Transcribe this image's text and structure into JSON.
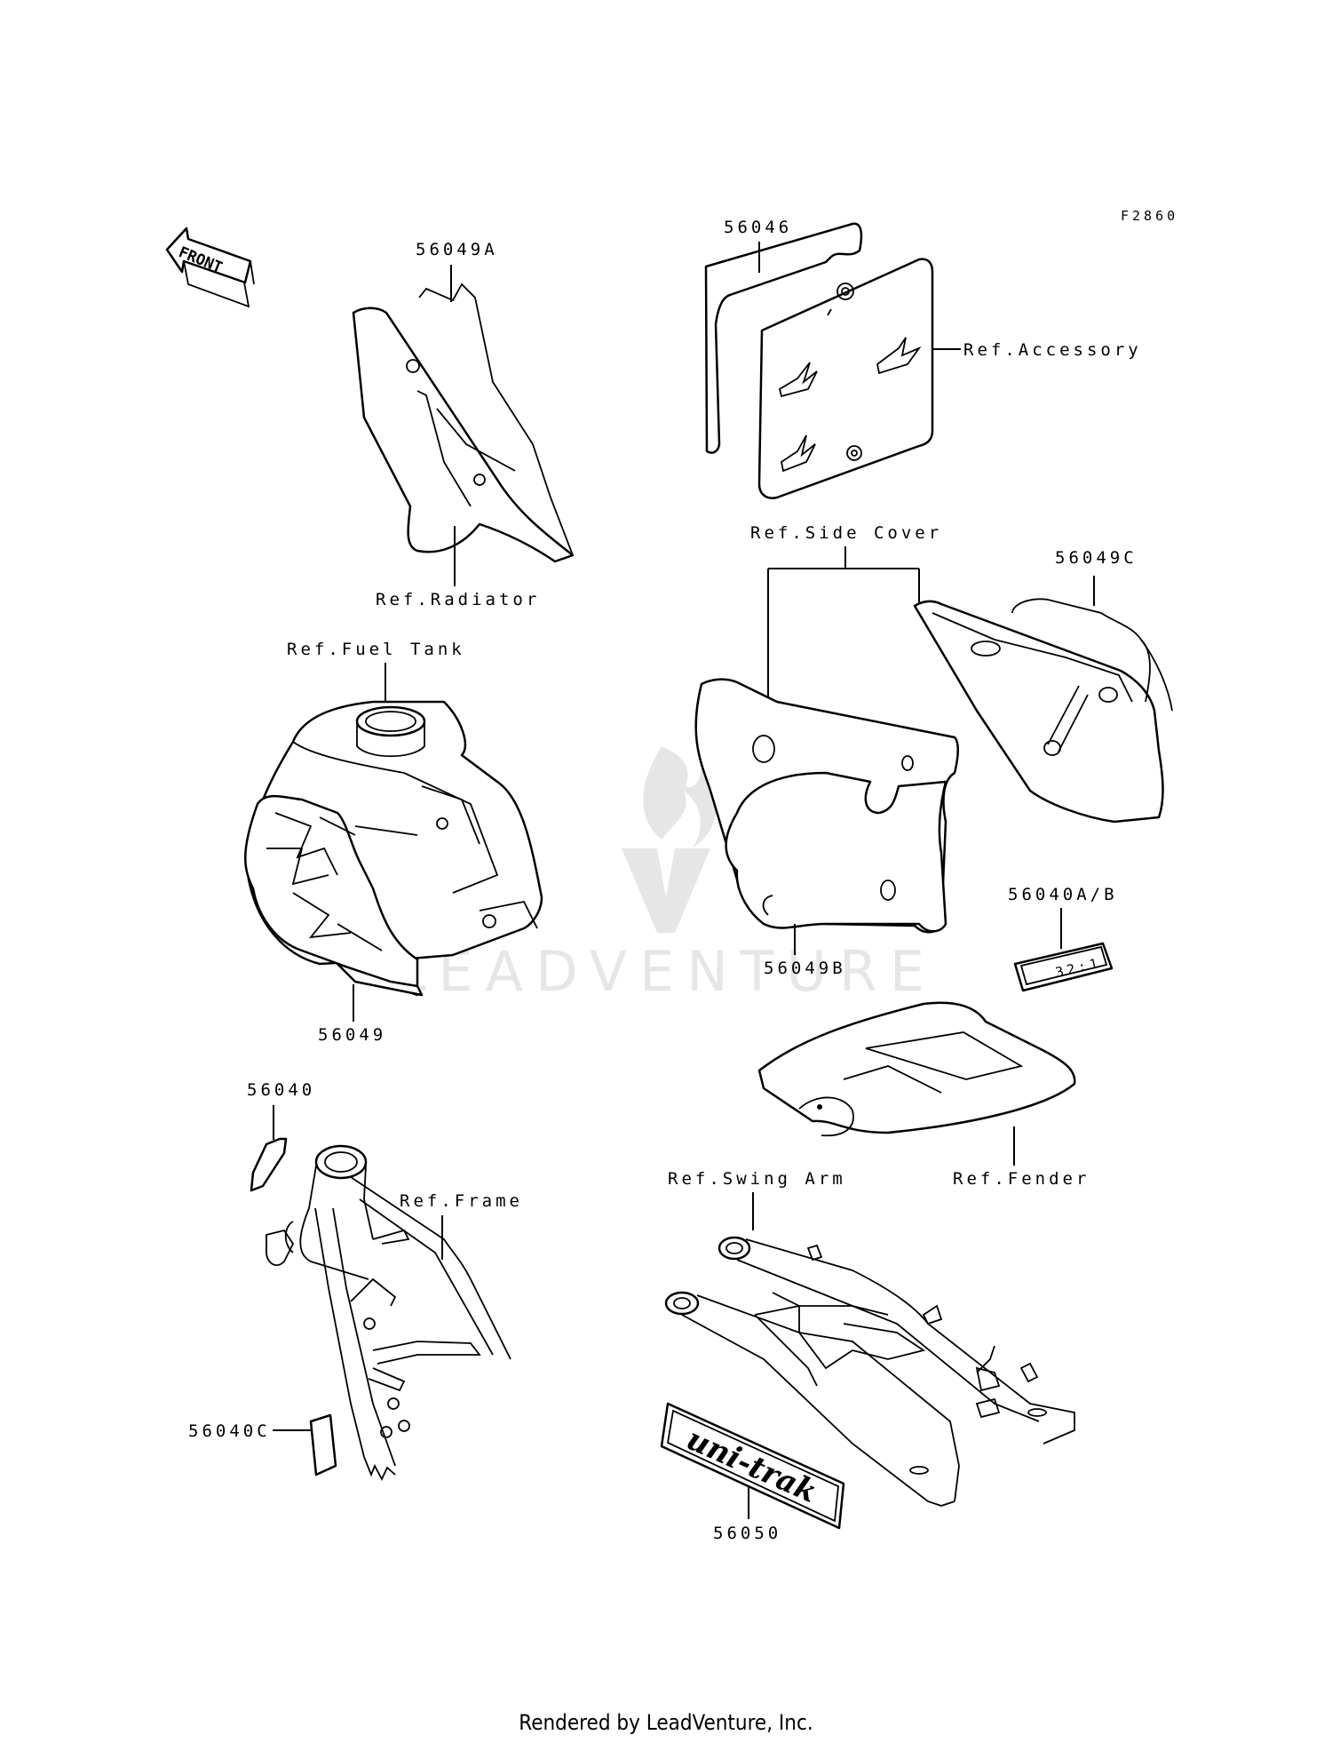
{
  "diagram_code": "F2860",
  "front_label": "FRONT",
  "watermark": "LEADVENTURE",
  "labels": {
    "p56049A": "56049A",
    "ref_radiator": "Ref.Radiator",
    "p56046": "56046",
    "ref_accessory": "Ref.Accessory",
    "ref_side_cover": "Ref.Side Cover",
    "p56049C": "56049C",
    "ref_fuel_tank": "Ref.Fuel Tank",
    "p56049": "56049",
    "p56049B": "56049B",
    "p56040AB": "56040A/B",
    "decal_text": "32:1",
    "ref_fender": "Ref.Fender",
    "p56040": "56040",
    "ref_frame": "Ref.Frame",
    "ref_swing_arm": "Ref.Swing Arm",
    "p56040C": "56040C",
    "uni_trak": "uni-trak",
    "p56050": "56050"
  },
  "footer": "Rendered by LeadVenture, Inc."
}
